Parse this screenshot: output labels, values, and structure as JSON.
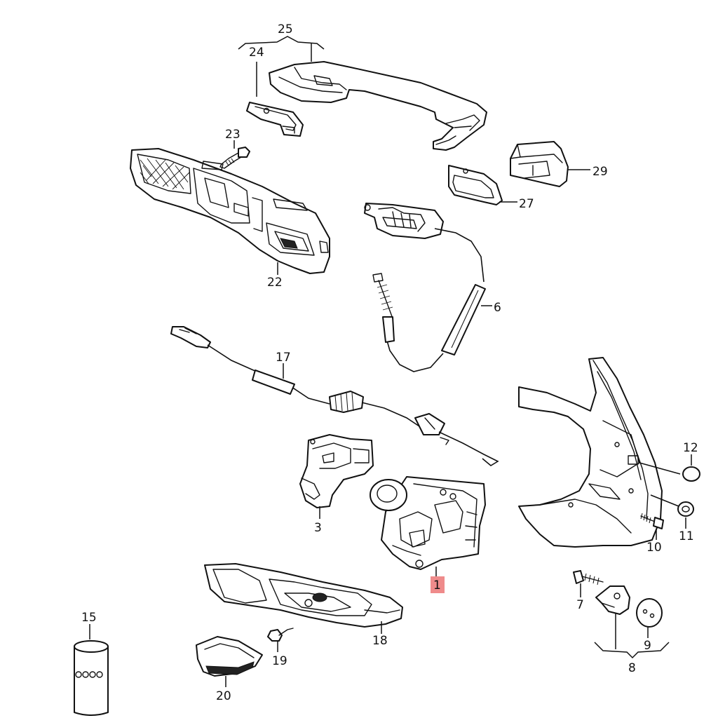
{
  "callouts": {
    "c1": "1",
    "c3": "3",
    "c6": "6",
    "c7": "7",
    "c8": "8",
    "c9": "9",
    "c10": "10",
    "c11": "11",
    "c12": "12",
    "c15": "15",
    "c17": "17",
    "c18": "18",
    "c19": "19",
    "c20": "20",
    "c22": "22",
    "c23": "23",
    "c24": "24",
    "c25": "25",
    "c27": "27",
    "c29": "29"
  },
  "highlight_color": "#ef8b8b",
  "highlighted_callout": "1"
}
